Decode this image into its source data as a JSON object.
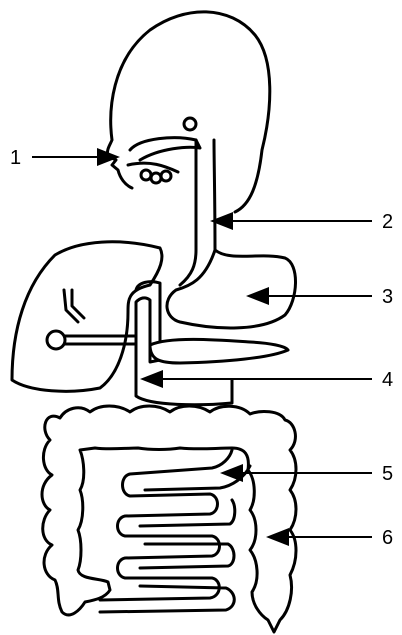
{
  "labels": [
    {
      "id": "1",
      "text": "1"
    },
    {
      "id": "2",
      "text": "2"
    },
    {
      "id": "3",
      "text": "3"
    },
    {
      "id": "4",
      "text": "4"
    },
    {
      "id": "5",
      "text": "5"
    },
    {
      "id": "6",
      "text": "6"
    }
  ]
}
